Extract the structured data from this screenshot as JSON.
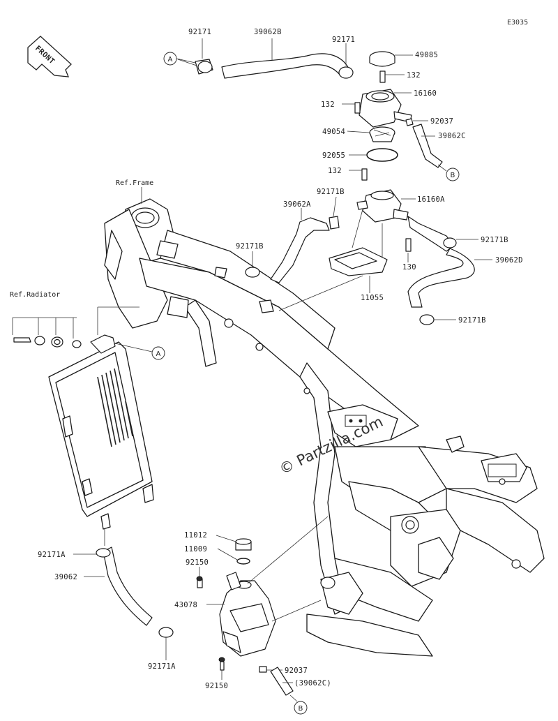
{
  "diagram_code": "E3035",
  "front_label": "FRONT",
  "watermark": "© Partzilla.com",
  "refs": {
    "frame": "Ref.Frame",
    "radiator": "Ref.Radiator"
  },
  "connectors": {
    "a1": "A",
    "a2": "A",
    "b1": "B",
    "b2": "B"
  },
  "parts": {
    "p92171_top": "92171",
    "p39062B": "39062B",
    "p92171_mid": "92171",
    "p49085": "49085",
    "p132_a": "132",
    "p16160": "16160",
    "p132_b": "132",
    "p92037_top": "92037",
    "p49054": "49054",
    "p39062C": "39062C",
    "p92055": "92055",
    "p132_c": "132",
    "p92171B_a": "92171B",
    "p16160A": "16160A",
    "p39062A": "39062A",
    "p92171B_b": "92171B",
    "p92171B_c": "92171B",
    "p130": "130",
    "p39062D": "39062D",
    "p11055": "11055",
    "p92171B_d": "92171B",
    "p11012": "11012",
    "p11009": "11009",
    "p92150_a": "92150",
    "p43078": "43078",
    "p92171A_a": "92171A",
    "p39062": "39062",
    "p92171A_b": "92171A",
    "p92037_bot": "92037",
    "p39062C_paren": "(39062C)",
    "p92150_b": "92150"
  }
}
